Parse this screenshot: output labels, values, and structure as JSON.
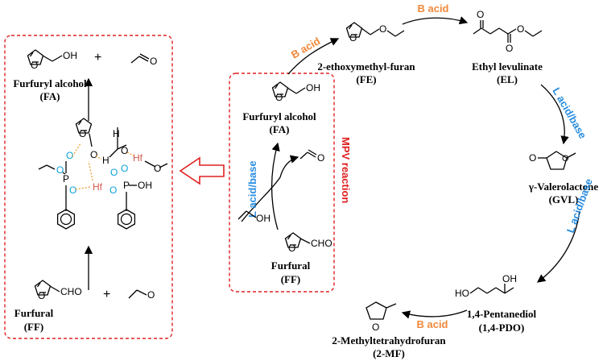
{
  "left_box": {
    "fa_label": "Furfuryl alcohol",
    "fa_abbr": "(FA)",
    "ff_label": "Furfural",
    "ff_abbr": "(FF)",
    "plus": "+",
    "atoms": {
      "oh": "OH",
      "o": "O",
      "cho": "CHO",
      "h": "H",
      "hf": "Hf",
      "p": "P"
    }
  },
  "middle_box": {
    "fa_label": "Furfuryl alcohol",
    "fa_abbr": "(FA)",
    "ff_label": "Furfural",
    "ff_abbr": "(FF)",
    "reaction_label": "MPV reaction",
    "catalyst_label": "L acid/base",
    "atoms": {
      "oh": "OH",
      "o": "O",
      "cho": "CHO"
    }
  },
  "right_path": {
    "fe_label": "2-ethoxymethyl-furan",
    "fe_abbr": "(FE)",
    "el_label": "Ethyl levulinate",
    "el_abbr": "(EL)",
    "gvl_label": "γ-Valerolactone",
    "gvl_abbr": "(GVL)",
    "pdo_label": "1,4-Pentanediol",
    "pdo_abbr": "(1,4-PDO)",
    "mf_label": "2-Methyltetrahydrofuran",
    "mf_abbr": "(2-MF)",
    "b_acid": "B acid",
    "l_acid_base": "L acid/base",
    "atoms": {
      "o": "O",
      "oh": "OH",
      "ho": "HO"
    }
  },
  "colors": {
    "box_border": "#e02020",
    "b_acid": "#f0883a",
    "l_acid": "#2a8de0",
    "hf": "#d4584a",
    "o_blue": "#0aa0d8",
    "h_bond": "#f0a030"
  }
}
